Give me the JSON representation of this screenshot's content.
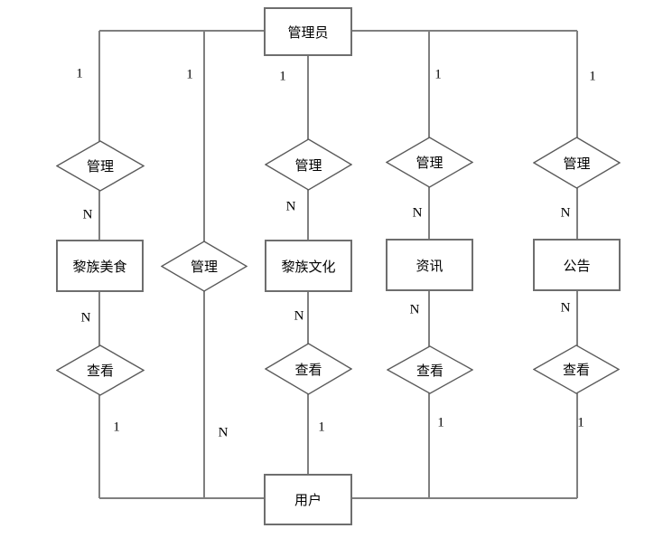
{
  "diagram": {
    "admin_entity": "管理员",
    "user_entity": "用户",
    "relation_manage": "管理",
    "relation_view": "查看",
    "columns": [
      {
        "name": "food",
        "manage_relation": "管理",
        "entity": "黎族美食",
        "view_relation": "查看",
        "admin_cardinality": "1",
        "entity_manage_cardinality": "N",
        "entity_view_cardinality": "N",
        "user_cardinality": "1"
      },
      {
        "name": "direct",
        "manage_relation": "管理",
        "admin_cardinality": "1",
        "user_cardinality": "N"
      },
      {
        "name": "culture",
        "manage_relation": "管理",
        "entity": "黎族文化",
        "view_relation": "查看",
        "admin_cardinality": "1",
        "entity_manage_cardinality": "N",
        "entity_view_cardinality": "N",
        "user_cardinality": "1"
      },
      {
        "name": "news",
        "manage_relation": "管理",
        "entity": "资讯",
        "view_relation": "查看",
        "admin_cardinality": "1",
        "entity_manage_cardinality": "N",
        "entity_view_cardinality": "N",
        "user_cardinality": "1"
      },
      {
        "name": "notice",
        "manage_relation": "管理",
        "entity": "公告",
        "view_relation": "查看",
        "admin_cardinality": "1",
        "entity_manage_cardinality": "N",
        "entity_view_cardinality": "N",
        "user_cardinality": "1"
      }
    ]
  }
}
